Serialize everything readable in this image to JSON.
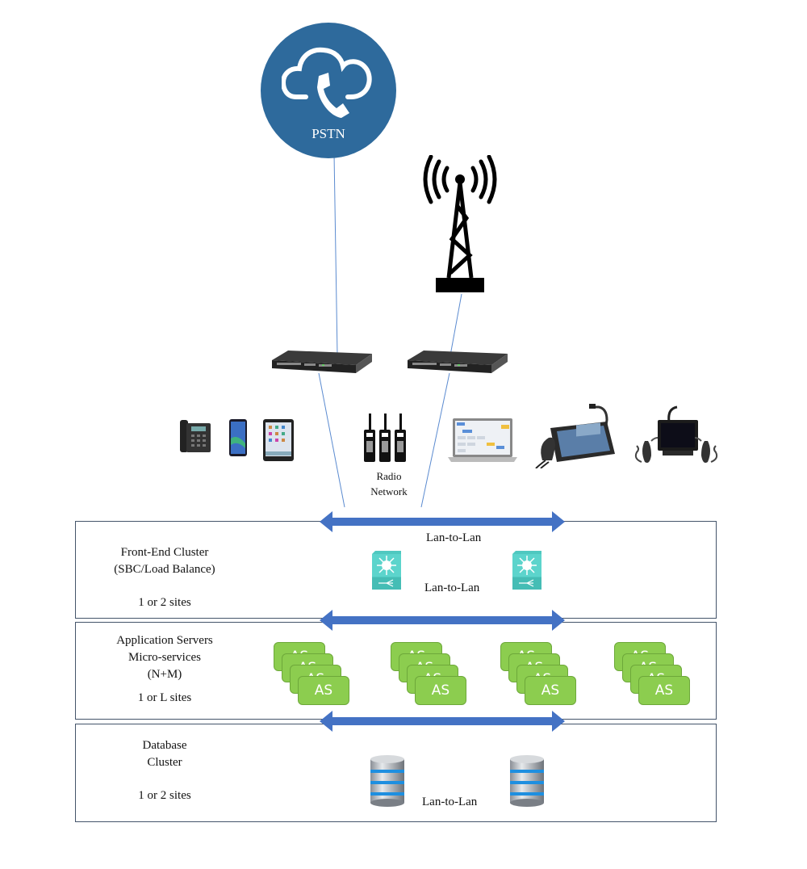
{
  "pstn": {
    "label": "PSTN",
    "icon": "cloud-phone-icon",
    "color": "#2e6a9c"
  },
  "radio_tower": {
    "icon": "radio-tower-icon"
  },
  "gateways": [
    {
      "icon": "media-gateway-icon"
    },
    {
      "icon": "media-gateway-icon"
    }
  ],
  "endpoints": {
    "left": [
      "desk-phone-icon",
      "smartphone-icon",
      "tablet-icon"
    ],
    "radio": {
      "icon": "handheld-radios-icon",
      "label_line1": "Radio",
      "label_line2": "Network"
    },
    "right": [
      "laptop-console-icon",
      "dispatch-console-icon",
      "touch-console-icon"
    ]
  },
  "tiers": {
    "front_end": {
      "line1": "Front-End Cluster",
      "line2": "(SBC/Load Balance)",
      "sites": "1 or 2 sites",
      "lan_top": "Lan-to-Lan",
      "lan_mid": "Lan-to-Lan",
      "nodes": [
        "layer3-switch-icon",
        "layer3-switch-icon"
      ]
    },
    "app_servers": {
      "line1": "Application Servers",
      "line2": "Micro-services",
      "line3": "(N+M)",
      "sites": "1 or L sites",
      "card_label": "AS",
      "stacks": 4,
      "cards_per_stack": 4,
      "card_color": "#8ccd4f"
    },
    "database": {
      "line1": "Database",
      "line2": "Cluster",
      "sites": "1 or 2 sites",
      "lan": "Lan-to-Lan",
      "nodes": [
        "database-icon",
        "database-icon"
      ]
    }
  },
  "colors": {
    "arrow": "#4472c4",
    "link": "#5b8bd0",
    "border": "#44546a"
  }
}
